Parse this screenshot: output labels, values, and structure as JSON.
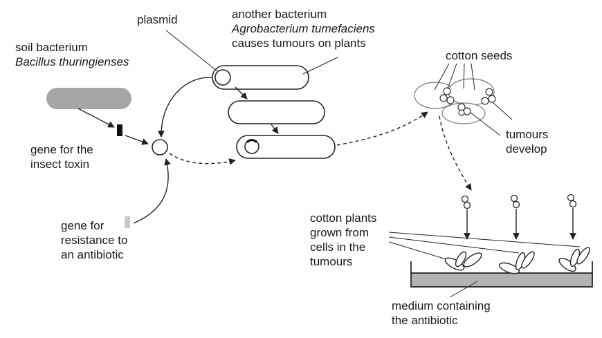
{
  "labels": {
    "soil_bacterium": {
      "line1": "soil bacterium",
      "line2": "Bacillus thuringienses"
    },
    "gene_toxin": {
      "line1": "gene for the",
      "line2": "insect toxin"
    },
    "gene_resistance": {
      "line1": "gene for",
      "line2": "resistance to",
      "line3": "an antibiotic"
    },
    "plasmid": "plasmid",
    "another_bacterium": {
      "line1": "another bacterium",
      "line2": "Agrobacterium tumefaciens",
      "line3": "causes tumours on plants"
    },
    "cotton_seeds": "cotton seeds",
    "tumours_develop": {
      "line1": "tumours",
      "line2": "develop"
    },
    "cotton_plants": {
      "line1": "cotton plants",
      "line2": "grown from",
      "line3": "cells in the",
      "line4": "tumours"
    },
    "medium": {
      "line1": "medium containing",
      "line2": "the antibiotic"
    }
  },
  "colors": {
    "bacillus": "#a6a6a6",
    "toxin_gene": "#111111",
    "resistance_gene": "#c8c8c8",
    "medium": "#b3b3b3",
    "line": "#222222"
  },
  "icons": [
    "bacillus-cell",
    "plasmid-ring",
    "agrobacterium-cell",
    "cotton-seed",
    "tumour-cluster",
    "seedling",
    "agar-tray"
  ]
}
